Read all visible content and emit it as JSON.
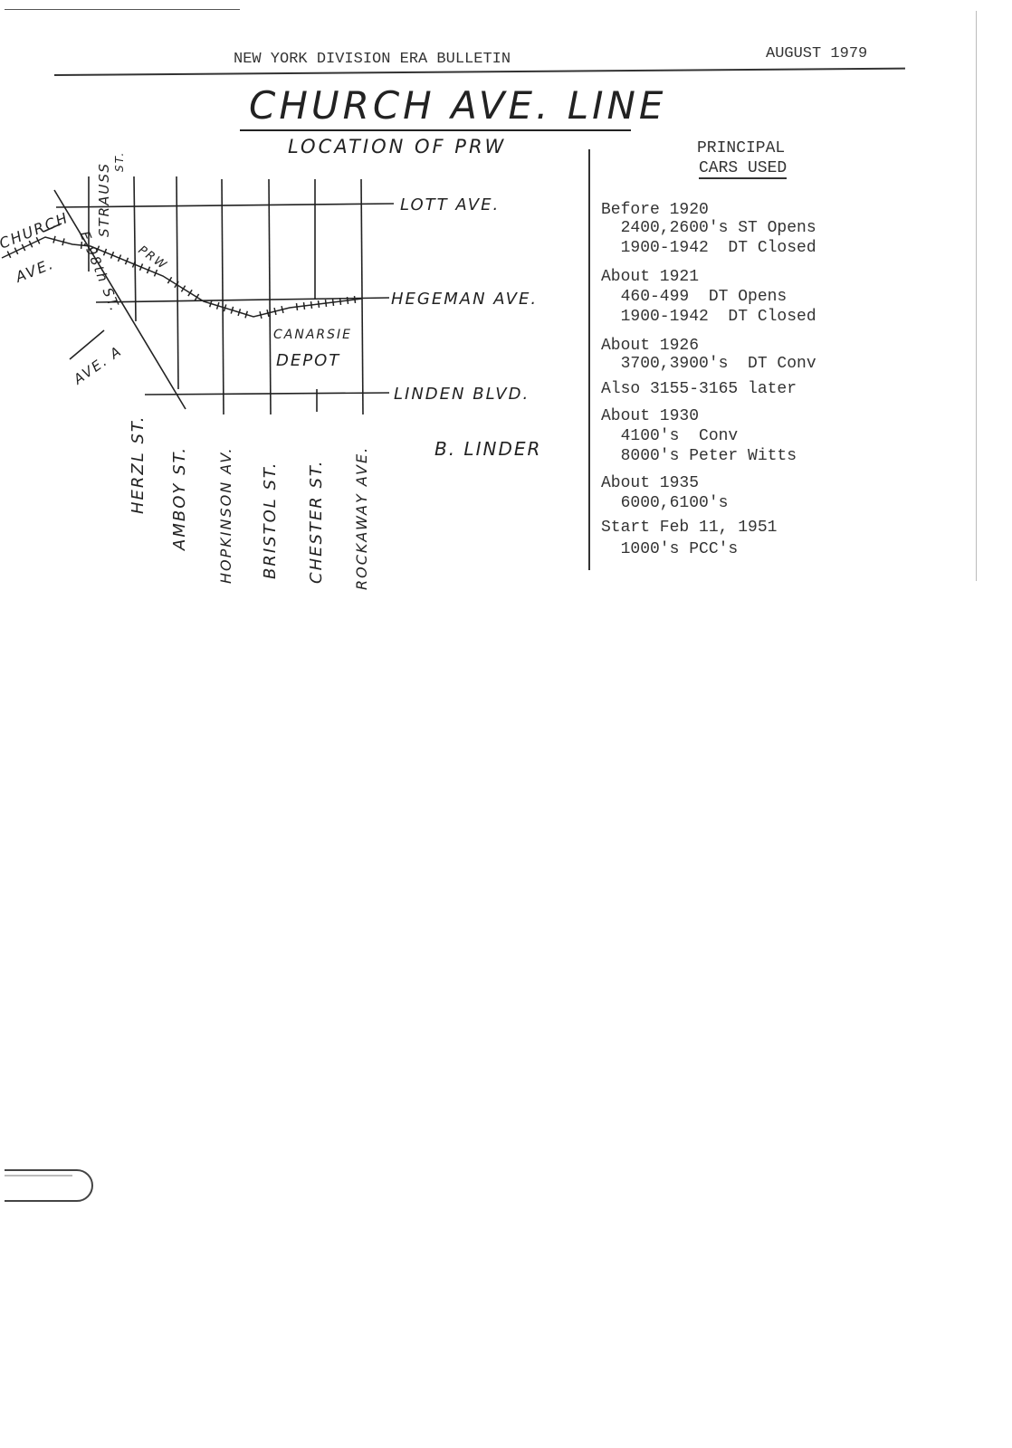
{
  "header": {
    "publication": "NEW YORK DIVISION ERA BULLETIN",
    "date": "AUGUST 1979"
  },
  "title": "CHURCH AVE. LINE",
  "map": {
    "subtitle": "LOCATION OF PRW",
    "cross_streets": [
      "LOTT AVE.",
      "HEGEMAN AVE.",
      "LINDEN BLVD."
    ],
    "north_south_streets": [
      "HERZL ST.",
      "AMBOY ST.",
      "HOPKINSON AV.",
      "BRISTOL ST.",
      "CHESTER ST.",
      "ROCKAWAY AVE."
    ],
    "other_labels": {
      "church": "CHURCH",
      "church_ave": "AVE.",
      "strauss": "STRAUSS",
      "strauss_st": "ST.",
      "e98": "E.98th ST.",
      "ave_a": "AVE. A",
      "prw": "PRW",
      "depot_1": "CANARSIE",
      "depot_2": "DEPOT"
    },
    "credit": "B. LINDER"
  },
  "cars": {
    "heading_1": "PRINCIPAL",
    "heading_2": "CARS USED",
    "lines": [
      "Before 1920",
      "  2400,2600's ST Opens",
      "  1900-1942  DT Closed",
      "About 1921",
      "  460-499  DT Opens",
      "  1900-1942  DT Closed",
      "About 1926",
      "  3700,3900's  DT Conv",
      "Also 3155-3165 later",
      "About 1930",
      "  4100's  Conv",
      "  8000's Peter Witts",
      "About 1935",
      "  6000,6100's",
      "Start Feb 11, 1951",
      "  1000's PCC's"
    ]
  }
}
